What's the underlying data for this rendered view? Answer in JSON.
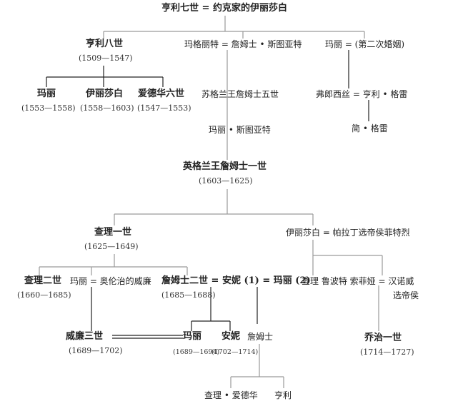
{
  "colors": {
    "line": "#9a9a9a",
    "line_dark": "#222222",
    "text": "#222222"
  },
  "people": {
    "henry7_spouse": "亨利七世 = 约克家的伊丽莎白",
    "henry8": "亨利八世",
    "henry8_dates": "(1509—1547)",
    "margaret_james": "玛格丽特 = 詹姆士 • 斯图亚特",
    "mary_second": "玛丽 = (第二次婚姻)",
    "mary1": "玛丽",
    "mary1_dates": "(1553—1558)",
    "elizabeth1": "伊丽莎白",
    "elizabeth1_dates": "(1558—1603)",
    "edward6": "爱德华六世",
    "edward6_dates": "(1547—1553)",
    "james5": "苏格兰王詹姆士五世",
    "frances_grey": "弗郎西丝 = 亨利 • 格雷",
    "jane_grey": "简 • 格雷",
    "mary_stuart": "玛丽 • 斯图亚特",
    "james1": "英格兰王詹姆士一世",
    "james1_dates": "(1603—1625)",
    "charles1": "查理一世",
    "charles1_dates": "(1625—1649)",
    "elizabeth_palatine": "伊丽莎白 = 帕拉丁选帝侯菲特烈",
    "charles2": "查理二世",
    "charles2_dates": "(1660—1685)",
    "mary_orange": "玛丽 = 奥伦治的威廉",
    "james2": "詹姆士二世 = 安妮 (1) = 玛丽 (2)",
    "james2_dates": "(1685—1688)",
    "palatine_children": "查理  鲁波特  索菲娅 = 汉诺威",
    "elector": "选帝侯",
    "william3": "威廉三世",
    "william3_dates": "(1689—1702)",
    "mary2": "玛丽",
    "mary2_dates": "(1689—1694)",
    "anne": "安妮",
    "anne_dates": "(1702—1714)",
    "james_son": "詹姆士",
    "george1": "乔治一世",
    "george1_dates": "(1714—1727)",
    "charles_edward": "查理 • 爱德华",
    "henry_grandson": "亨利"
  }
}
